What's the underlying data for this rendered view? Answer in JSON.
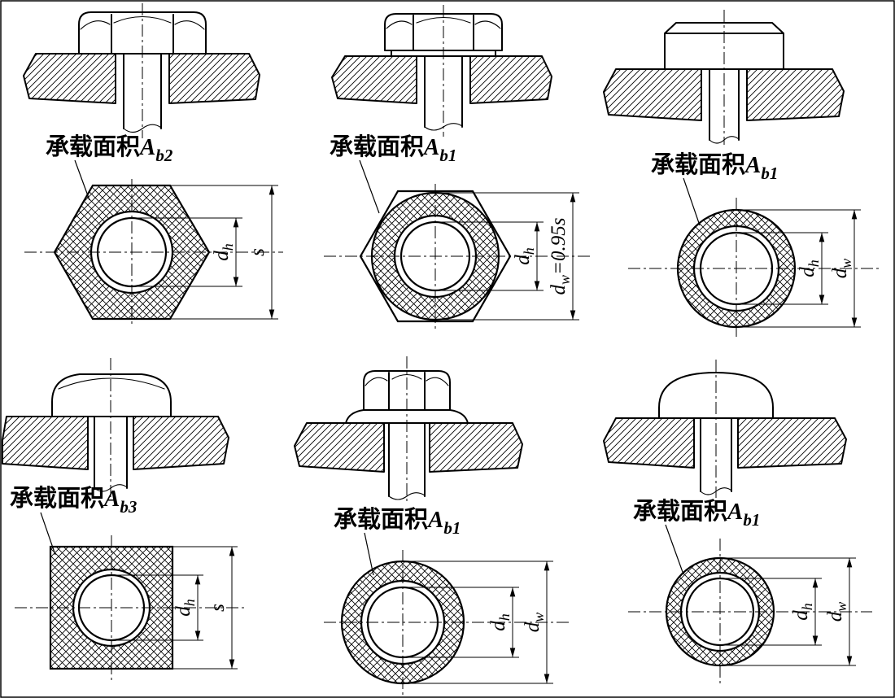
{
  "colors": {
    "line": "#000000",
    "background": "#ffffff"
  },
  "panels": [
    {
      "name": "hex-head-plain-bearing",
      "label_cn": "承载面积",
      "label_sym": "A",
      "label_sub": "b2",
      "dim_inner": {
        "sym": "d",
        "sub": "h"
      },
      "dim_outer": {
        "sym": "s",
        "sub": ""
      }
    },
    {
      "name": "hex-head-washer-face",
      "label_cn": "承载面积",
      "label_sym": "A",
      "label_sub": "b1",
      "dim_inner": {
        "sym": "d",
        "sub": "h"
      },
      "dim_outer": {
        "sym": "d",
        "sub": "w",
        "suffix": "=0.95s"
      }
    },
    {
      "name": "head-with-round-washer",
      "label_cn": "承载面积",
      "label_sym": "A",
      "label_sub": "b1",
      "dim_inner": {
        "sym": "d",
        "sub": "h"
      },
      "dim_outer": {
        "sym": "d",
        "sub": "w"
      }
    },
    {
      "name": "round-head-square-bearing",
      "label_cn": "承载面积",
      "label_sym": "A",
      "label_sub": "b3",
      "dim_inner": {
        "sym": "d",
        "sub": "h"
      },
      "dim_outer": {
        "sym": "s",
        "sub": ""
      }
    },
    {
      "name": "hex-flange-head",
      "label_cn": "承载面积",
      "label_sym": "A",
      "label_sub": "b1",
      "dim_inner": {
        "sym": "d",
        "sub": "h"
      },
      "dim_outer": {
        "sym": "d",
        "sub": "w"
      }
    },
    {
      "name": "round-head",
      "label_cn": "承载面积",
      "label_sym": "A",
      "label_sub": "b1",
      "dim_inner": {
        "sym": "d",
        "sub": "h"
      },
      "dim_outer": {
        "sym": "d",
        "sub": "w"
      }
    }
  ]
}
